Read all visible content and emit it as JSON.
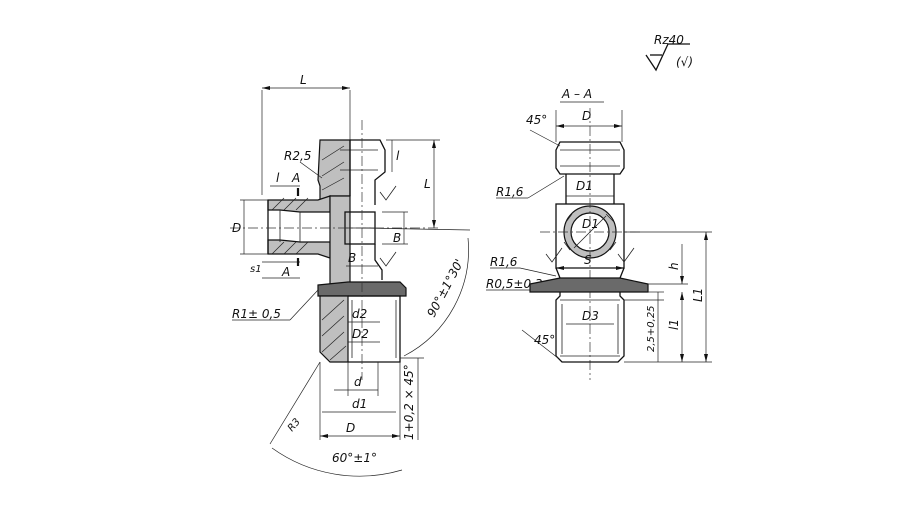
{
  "surface_finish": {
    "value": "Rz40",
    "note": "(√)"
  },
  "section_title": "A – A",
  "left_view": {
    "dims": {
      "L_top": "L",
      "l_top": "l",
      "L_right": "L",
      "l_small": "l",
      "R_top": "R2,5",
      "A_top": "A",
      "A_bottom": "A",
      "D_left": "D",
      "s1": "s1",
      "B_mid": "B",
      "B_right": "B",
      "R_bottom": "R1± 0,5",
      "d2": "d2",
      "D2": "D2",
      "d": "d",
      "d1": "d1",
      "D_bottom": "D",
      "angle_90": "90°±1°30'",
      "chamfer": "1+0,2 × 45°",
      "angle_60": "60°±1°",
      "R3": "R3"
    }
  },
  "right_view": {
    "dims": {
      "angle_45_top": "45°",
      "D_top": "D",
      "R16_top": "R1,6",
      "D1_upper": "D1",
      "D1_circle": "D1",
      "R16_mid": "R1,6",
      "S": "S",
      "R05": "R0,5±0,3",
      "D3": "D3",
      "angle_45_bottom": "45°",
      "h": "h",
      "l1": "l1",
      "L1": "L1",
      "thread_len": "2,5+0,25"
    }
  }
}
